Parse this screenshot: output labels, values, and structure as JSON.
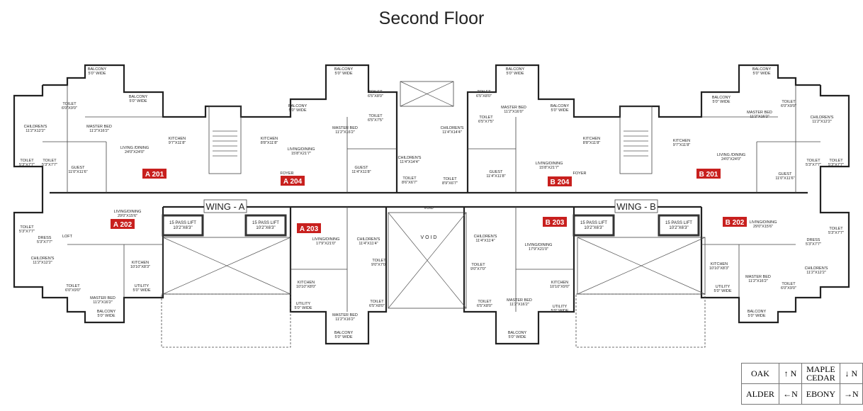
{
  "title": "Second Floor",
  "wings": [
    "WING - A",
    "WING - B"
  ],
  "voids": [
    "VOID",
    "V O I D"
  ],
  "lift": {
    "label": "15 PASS LIFT",
    "size": "10'2\"X6'3\""
  },
  "units": [
    "A 201",
    "A 204",
    "A 202",
    "A 203",
    "B 204",
    "B 203",
    "B 201",
    "B 202"
  ],
  "rooms": [
    {
      "name": "BALCONY",
      "size": "5'0\" WIDE"
    },
    {
      "name": "BALCONY",
      "size": "5'0\" WIDE"
    },
    {
      "name": "TOILET",
      "size": "6'0\"X9'0\""
    },
    {
      "name": "CHILDREN'S",
      "size": "11'2\"X12'2\""
    },
    {
      "name": "MASTER BED",
      "size": "11'2\"X16'2\""
    },
    {
      "name": "KITCHEN",
      "size": "9'7\"X11'8\""
    },
    {
      "name": "LIVING /DINING",
      "size": "24'0\"X24'0\""
    },
    {
      "name": "GUEST",
      "size": "11'0\"X11'6\""
    },
    {
      "name": "TOILET",
      "size": "5'3\"X7'7\""
    },
    {
      "name": "TOILET",
      "size": "5'3\"X7'7\""
    },
    {
      "name": "LIVING/DINING",
      "size": "29'0\"X15'6\""
    },
    {
      "name": "TOILET",
      "size": "5'3\"X7'7\""
    },
    {
      "name": "DRESS",
      "size": "5'3\"X7'7\""
    },
    {
      "name": "CHILDREN'S",
      "size": "11'2\"X12'2\""
    },
    {
      "name": "KITCHEN",
      "size": "10'10\"X8'3\""
    },
    {
      "name": "MASTER BED",
      "size": "11'2\"X16'2\""
    },
    {
      "name": "TOILET",
      "size": "6'0\"X9'0\""
    },
    {
      "name": "UTILITY",
      "size": "5'0\" WIDE"
    },
    {
      "name": "BALCONY",
      "size": "5'0\" WIDE"
    },
    {
      "name": "LOFT",
      "size": ""
    },
    {
      "name": "KITCHEN",
      "size": "8'8\"X11'8\""
    },
    {
      "name": "LIVING/DINING",
      "size": "15'8\"X21'7\""
    },
    {
      "name": "BALCONY",
      "size": "5'0\" WIDE"
    },
    {
      "name": "BALCONY",
      "size": "5'0\" WIDE"
    },
    {
      "name": "MASTER BED",
      "size": "11'2\"X16'2\""
    },
    {
      "name": "TOILET",
      "size": "6'5\"X8'0\""
    },
    {
      "name": "TOILET",
      "size": "6'5\"X7'5\""
    },
    {
      "name": "GUEST",
      "size": "11'4\"X11'8\""
    },
    {
      "name": "CHILDREN'S",
      "size": "11'4\"X14'4\""
    },
    {
      "name": "TOILET",
      "size": "8'6\"X6'7\""
    },
    {
      "name": "FOYER",
      "size": ""
    },
    {
      "name": "LIVING/DINING",
      "size": "17'9\"X21'0\""
    },
    {
      "name": "CHILDREN'S",
      "size": "11'4\"X11'4\""
    },
    {
      "name": "TOILET",
      "size": "9'0\"X7'0\""
    },
    {
      "name": "KITCHEN",
      "size": "10'10\"X8'0\""
    },
    {
      "name": "MASTER BED",
      "size": "11'2\"X16'2\""
    },
    {
      "name": "UTILITY",
      "size": "5'0\" WIDE"
    },
    {
      "name": "TOILET",
      "size": "6'5\"X8'0\""
    },
    {
      "name": "BALCONY",
      "size": "5'0\" WIDE"
    },
    {
      "name": "BALCONY",
      "size": "5'0\" WIDE"
    },
    {
      "name": "TOILET",
      "size": "6'5\"X8'0\""
    },
    {
      "name": "MASTER BED",
      "size": "11'2\"X16'0\""
    },
    {
      "name": "TOILET",
      "size": "6'5\"X7'5\""
    },
    {
      "name": "BALCONY",
      "size": "5'0\" WIDE"
    },
    {
      "name": "CHILDREN'S",
      "size": "11'4\"X14'4\""
    },
    {
      "name": "TOILET",
      "size": "8'9\"X6'7\""
    },
    {
      "name": "GUEST",
      "size": "11'4\"X11'8\""
    },
    {
      "name": "LIVING/DINING",
      "size": "15'8\"X21'7\""
    },
    {
      "name": "KITCHEN",
      "size": "8'8\"X11'8\""
    },
    {
      "name": "FOYER",
      "size": ""
    },
    {
      "name": "CHILDREN'S",
      "size": "11'4\"X11'4\""
    },
    {
      "name": "LIVING/DINING",
      "size": "17'9\"X21'0\""
    },
    {
      "name": "TOILET",
      "size": "9'0\"X7'0\""
    },
    {
      "name": "KITCHEN",
      "size": "10'10\"X9'0\""
    },
    {
      "name": "MASTER BED",
      "size": "11'2\"X16'2\""
    },
    {
      "name": "TOILET",
      "size": "6'5\"X8'0\""
    },
    {
      "name": "UTILITY",
      "size": "5'0\" WIDE"
    },
    {
      "name": "BALCONY",
      "size": "5'0\" WIDE"
    },
    {
      "name": "KITCHEN",
      "size": "9'7\"X11'8\""
    },
    {
      "name": "BALCONY",
      "size": "5'0\" WIDE"
    },
    {
      "name": "BALCONY",
      "size": "5'0\" WIDE"
    },
    {
      "name": "MASTER BED",
      "size": "11'2\"X16'2\""
    },
    {
      "name": "TOILET",
      "size": "6'0\"X9'0\""
    },
    {
      "name": "CHILDREN'S",
      "size": "11'2\"X12'2\""
    },
    {
      "name": "LIVING /DINING",
      "size": "24'0\"X24'0\""
    },
    {
      "name": "GUEST",
      "size": "11'0\"X11'6\""
    },
    {
      "name": "TOILET",
      "size": "5'3\"X7'7\""
    },
    {
      "name": "TOILET",
      "size": "5'3\"X7'7\""
    },
    {
      "name": "LIVING/DINING",
      "size": "29'0\"X15'6\""
    },
    {
      "name": "DRESS",
      "size": "5'3\"X7'7\""
    },
    {
      "name": "TOILET",
      "size": "5'3\"X7'7\""
    },
    {
      "name": "CHILDREN'S",
      "size": "11'2\"X12'2\""
    },
    {
      "name": "KITCHEN",
      "size": "10'10\"X8'3\""
    },
    {
      "name": "UTILITY",
      "size": "5'0\" WIDE"
    },
    {
      "name": "MASTER BED",
      "size": "11'2\"X16'2\""
    },
    {
      "name": "TOILET",
      "size": "6'0\"X9'0\""
    },
    {
      "name": "BALCONY",
      "size": "5'0\" WIDE"
    }
  ],
  "legend": {
    "oak": "OAK",
    "maple": "MAPLE",
    "cedar": "CEDAR",
    "alder": "ALDER",
    "ebony": "EBONY",
    "north": "N",
    "up_arrow": "↑",
    "down_arrow": "↓",
    "left_arrow": "←",
    "right_arrow": "→"
  },
  "colors": {
    "unit_tag": "#c8201e"
  }
}
